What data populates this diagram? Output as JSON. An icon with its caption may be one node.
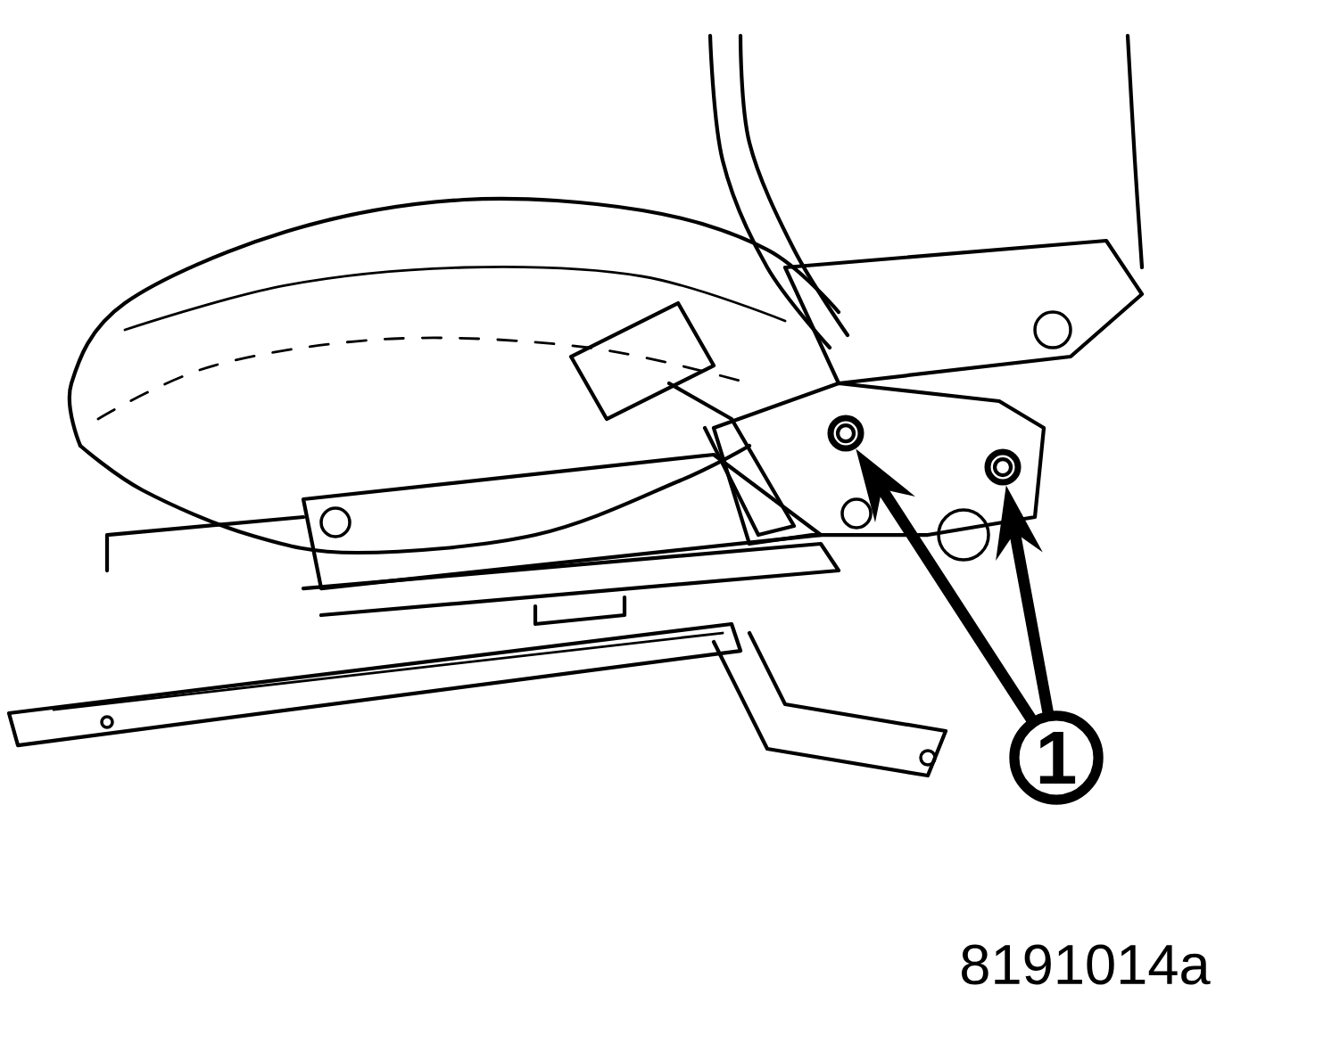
{
  "diagram": {
    "nodes": [
      {
        "text": [
          "1"
        ]
      },
      {
        "text": [],
        "shape": "circle"
      },
      {
        "text": [],
        "shape": "circle"
      }
    ],
    "edges": [
      {
        "from": 0,
        "to": 1,
        "arrow": "to"
      },
      {
        "from": 0,
        "to": 2,
        "arrow": "to"
      }
    ],
    "labels": [
      "8191014a"
    ]
  }
}
